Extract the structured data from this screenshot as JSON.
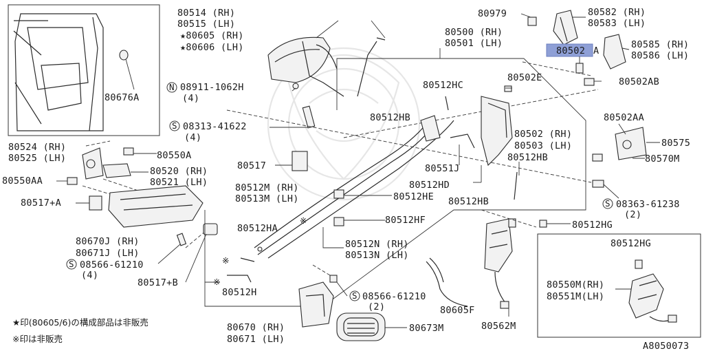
{
  "labels": {
    "p80514": "80514 (RH)",
    "p80515": "80515 (LH)",
    "p80605": "★80605 (RH)",
    "p80606": "★80606 (LH)",
    "p80676A": "80676A",
    "p08911": "08911-1062H",
    "q08911": "(4)",
    "p08313": "08313-41622",
    "q08313": "(4)",
    "p80524": "80524 (RH)",
    "p80525": "80525 (LH)",
    "p80550A": "80550A",
    "p80520": "80520 (RH)",
    "p80521": "80521 (LH)",
    "p80550AA": "80550AA",
    "p80517A": "80517+A",
    "p80517": "80517",
    "p80670J": "80670J (RH)",
    "p80671J": "80671J (LH)",
    "p08566a": "08566-61210",
    "q08566a": "(4)",
    "p80517B": "80517+B",
    "p80979": "80979",
    "p80582": "80582 (RH)",
    "p80583": "80583 (LH)",
    "p80500": "80500 (RH)",
    "p80501": "80501 (LH)",
    "p80502A_hl": "80502",
    "p80502A_suffix": "A",
    "p80585": "80585 (RH)",
    "p80586": "80586 (LH)",
    "p80502E": "80502E",
    "p80502AB": "80502AB",
    "p80512HC": "80512HC",
    "p80512HB_a": "80512HB",
    "p80502": "80502 (RH)",
    "p80503": "80503 (LH)",
    "p80551J": "80551J",
    "p80512HB_b": "80512HB",
    "p80512HD": "80512HD",
    "p80502AA": "80502AA",
    "p80575": "80575",
    "p80570M": "80570M",
    "p80512M": "80512M (RH)",
    "p80513M": "80513M (LH)",
    "p80512HE": "80512HE",
    "p80512HB_c": "80512HB",
    "p08363": "08363-61238",
    "q08363": "(2)",
    "p80512HA": "80512HA",
    "p80512HF": "80512HF",
    "p80512HG_a": "80512HG",
    "p80512N": "80512N (RH)",
    "p80513N": "80513N (LH)",
    "p80512H": "80512H",
    "p08566b": "08566-61210",
    "q08566b": "(2)",
    "p80605F": "80605F",
    "p80562M": "80562M",
    "p80512HG_b": "80512HG",
    "p80550M": "80550M(RH)",
    "p80551M": "80551M(LH)",
    "p80670": "80670 (RH)",
    "p80671": "80671 (LH)",
    "p80673M": "80673M",
    "note1": "★印(80605/6)の構成部品は非販売",
    "note2": "※印は非販売",
    "diagram_code": "A8050073"
  },
  "markers": {
    "circle_n": "N",
    "circle_s": "S",
    "asterisk": "※"
  },
  "colors": {
    "highlight": "#8e9fd6",
    "line": "#2a2a2a"
  }
}
